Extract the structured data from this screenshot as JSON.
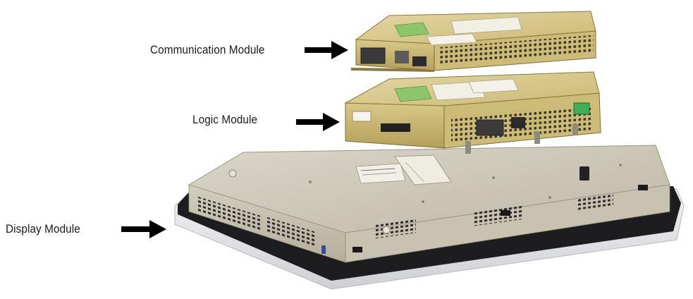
{
  "labels": {
    "communication": "Communication Module",
    "logic": "Logic Module",
    "display": "Display Module"
  },
  "colors": {
    "module_gold": "#d8c98a",
    "panel_silver": "#cfcab8",
    "bezel_black": "#1c1c1c",
    "bezel_white": "#e8e8ea",
    "arrow": "#000000"
  }
}
